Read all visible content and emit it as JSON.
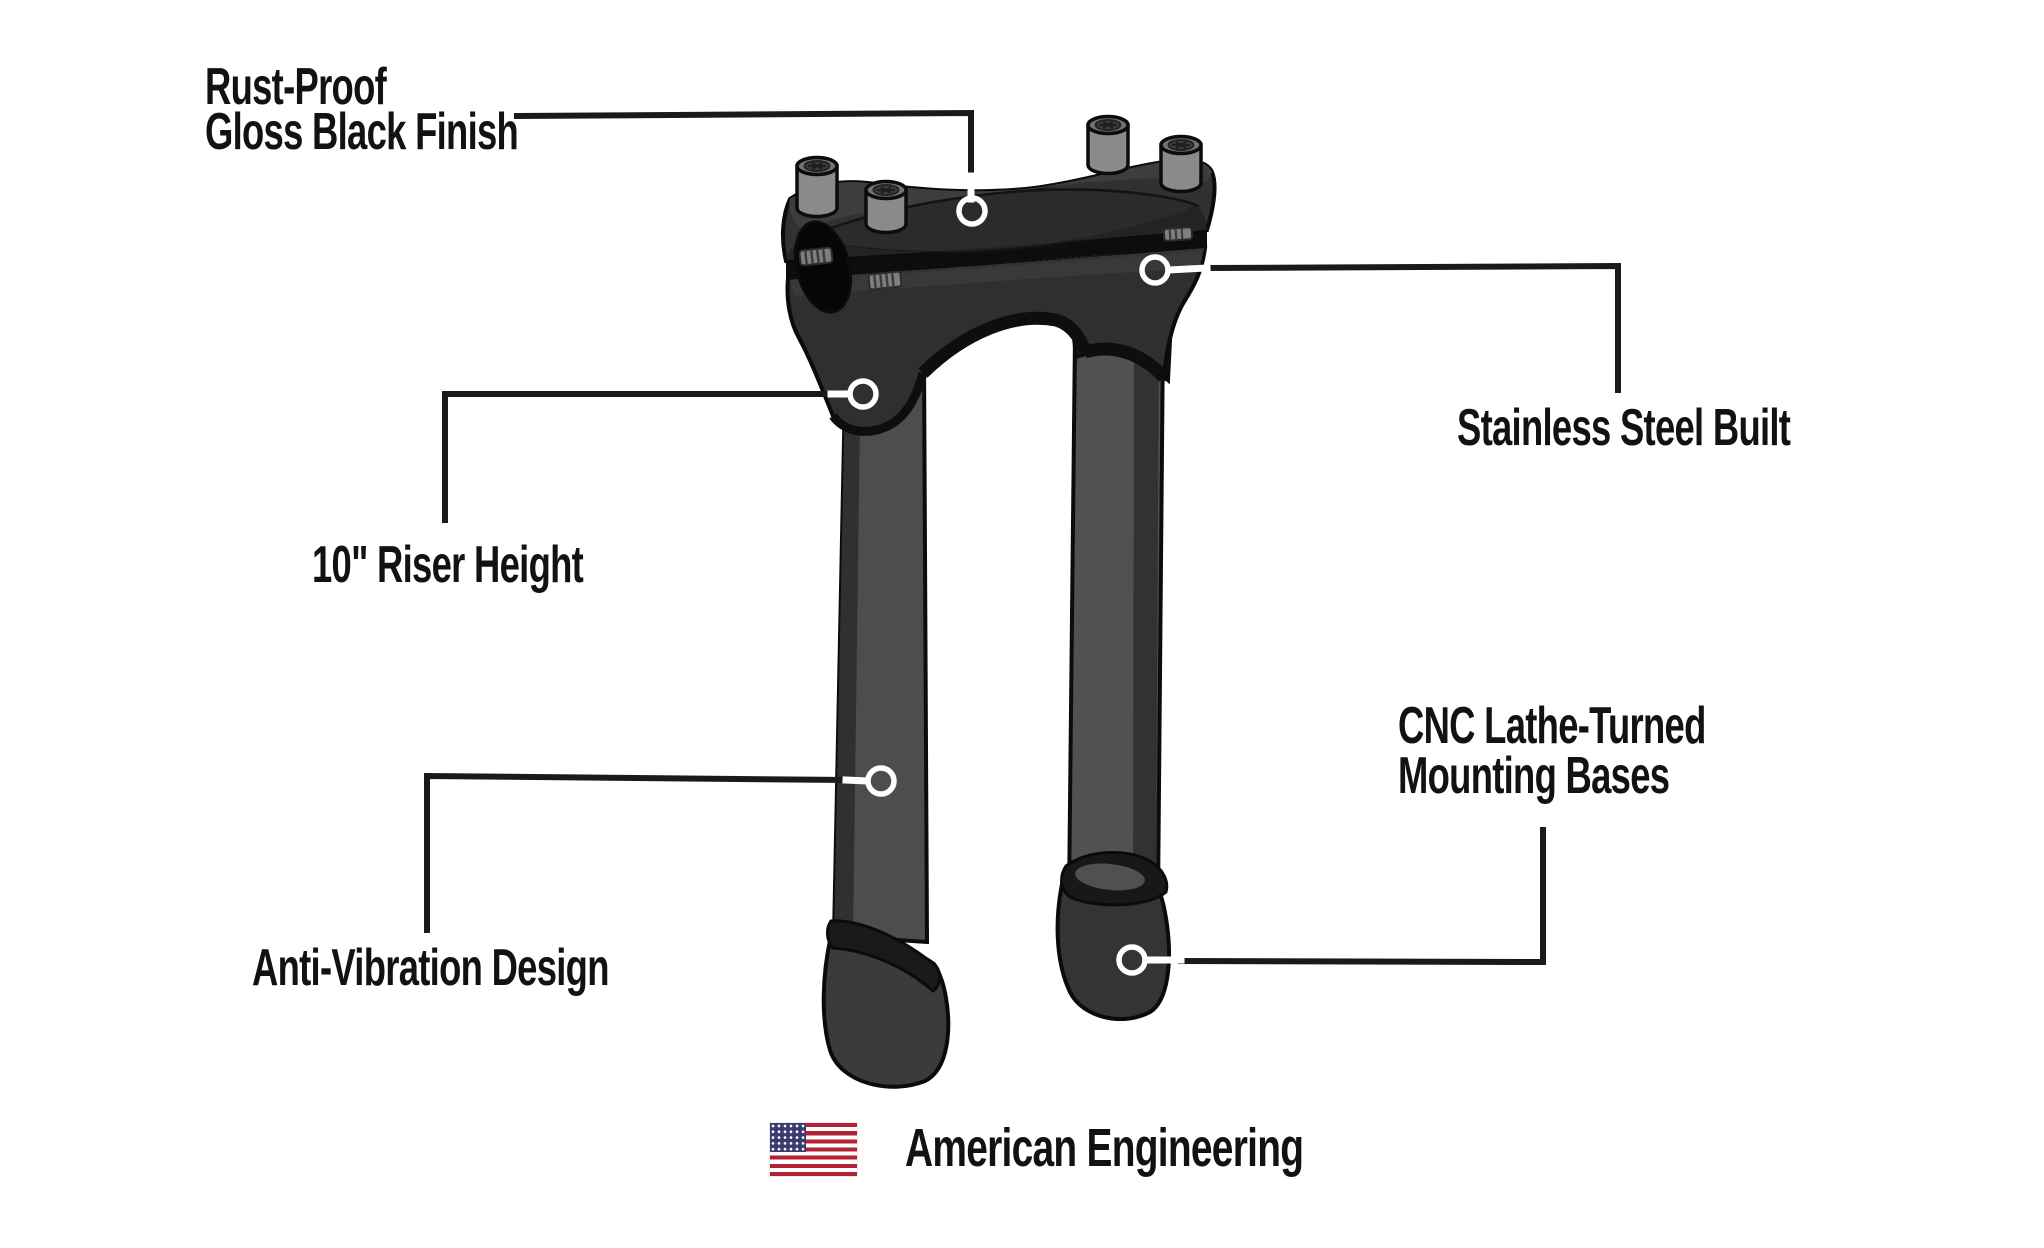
{
  "diagram": {
    "product": "motorcycle-handlebar-riser-infographic",
    "callouts": {
      "rust_proof": {
        "line1": "Rust-Proof",
        "line2": "Gloss Black Finish"
      },
      "stainless": {
        "text": "Stainless Steel Built"
      },
      "riser_height": {
        "text": "10\" Riser Height"
      },
      "anti_vibration": {
        "text": "Anti-Vibration Design"
      },
      "cnc": {
        "line1": "CNC Lathe-Turned",
        "line2": "Mounting Bases"
      }
    },
    "footer": {
      "text": "American Engineering",
      "flag": "us-flag"
    },
    "colors": {
      "line_black": "#1a1a1b",
      "marker_white": "#ffffff",
      "clamp_body": "#303133",
      "leg_gray": "#4e4f51",
      "flag_red": "#b22234",
      "flag_blue": "#3c3b6e"
    }
  }
}
